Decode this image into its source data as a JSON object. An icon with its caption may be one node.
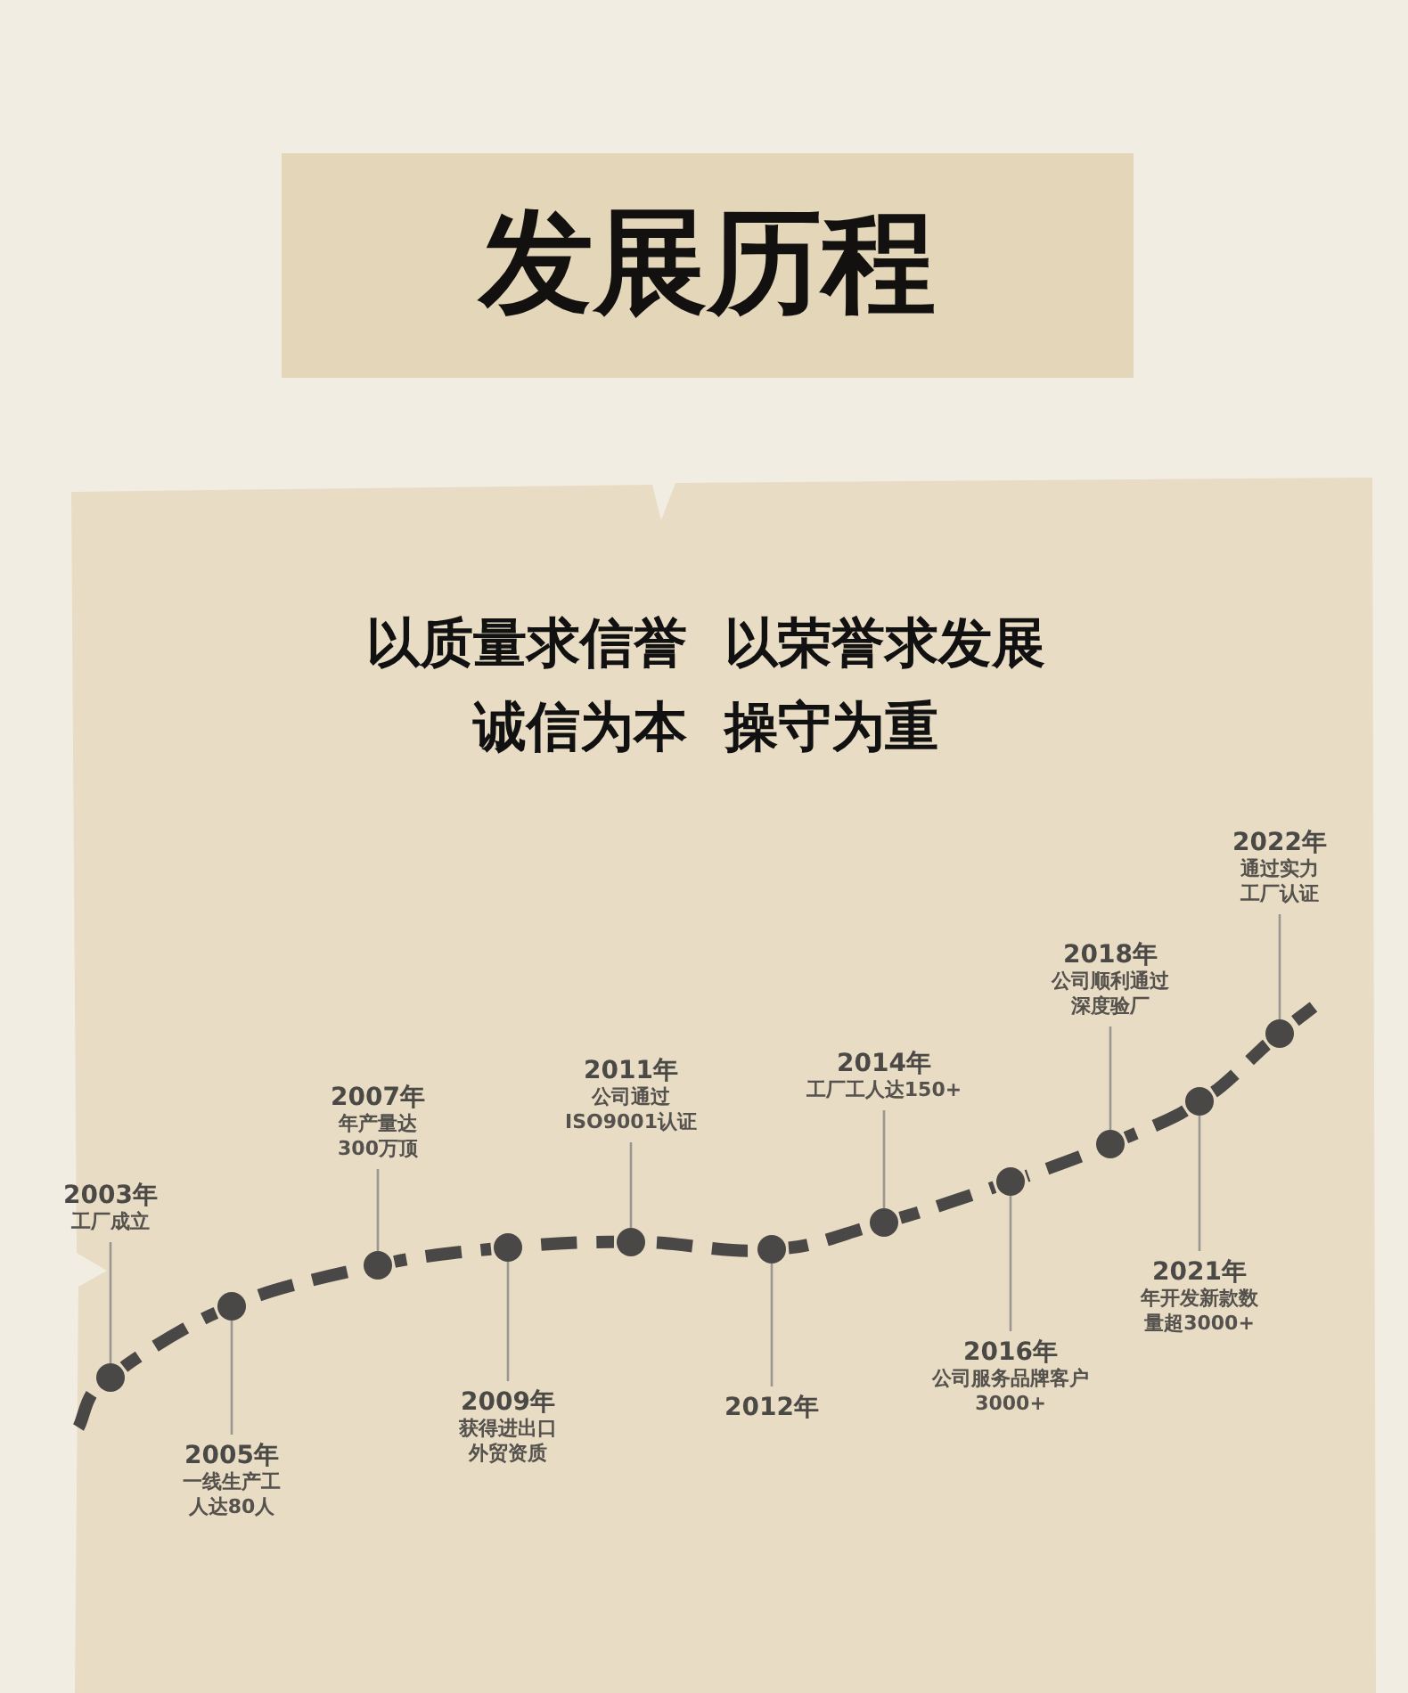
{
  "diagram": {
    "title": "发展历程",
    "labels": [
      "以质量求信誉  以荣誉求发展",
      "诚信为本  操守为重"
    ],
    "nodes": [
      {
        "text": [
          "2003年",
          "工厂成立"
        ]
      },
      {
        "text": [
          "2005年",
          "一线生产工人达80人"
        ]
      },
      {
        "text": [
          "2007年",
          "年产量达300万顶"
        ]
      },
      {
        "text": [
          "2009年",
          "获得进出口外贸资质"
        ]
      },
      {
        "text": [
          "2011年",
          "公司通过ISO9001认证"
        ]
      },
      {
        "text": [
          "2012年"
        ]
      },
      {
        "text": [
          "2014年",
          "工厂工人达150+"
        ]
      },
      {
        "text": [
          "2016年",
          "公司服务品牌客户3000+"
        ]
      },
      {
        "text": [
          "2018年",
          "公司顺利通过深度验厂"
        ]
      },
      {
        "text": [
          "2021年",
          "年开发新款数量超3000+"
        ]
      },
      {
        "text": [
          "2022年",
          "通过实力工厂认证"
        ]
      },
      {
        "text": [],
        "shape": "circle"
      },
      {
        "text": [],
        "shape": "circle"
      },
      {
        "text": [],
        "shape": "circle"
      },
      {
        "text": [],
        "shape": "circle"
      },
      {
        "text": [],
        "shape": "circle"
      },
      {
        "text": [],
        "shape": "circle"
      },
      {
        "text": [],
        "shape": "circle"
      },
      {
        "text": [],
        "shape": "circle"
      },
      {
        "text": [],
        "shape": "circle"
      },
      {
        "text": [],
        "shape": "circle"
      },
      {
        "text": [],
        "shape": "circle"
      }
    ],
    "edges": [
      {
        "from": null,
        "to": 11,
        "arrow": "none",
        "style": "dashed"
      },
      {
        "from": 11,
        "to": 12,
        "arrow": "none",
        "style": "dashed"
      },
      {
        "from": 12,
        "to": 13,
        "arrow": "none",
        "style": "dashed"
      },
      {
        "from": 13,
        "to": 14,
        "arrow": "none",
        "style": "dashed"
      },
      {
        "from": 14,
        "to": 15,
        "arrow": "none",
        "style": "dashed"
      },
      {
        "from": 15,
        "to": 16,
        "arrow": "none",
        "style": "dashed"
      },
      {
        "from": 16,
        "to": 17,
        "arrow": "none",
        "style": "dashed"
      },
      {
        "from": 17,
        "to": 18,
        "arrow": "none",
        "style": "dashed"
      },
      {
        "from": 18,
        "to": 19,
        "arrow": "none",
        "style": "dashed"
      },
      {
        "from": 19,
        "to": 20,
        "arrow": "none",
        "style": "dashed"
      },
      {
        "from": 20,
        "to": 21,
        "arrow": "none",
        "style": "dashed"
      },
      {
        "from": 21,
        "to": null,
        "arrow": "none",
        "style": "dashed"
      },
      {
        "from": 0,
        "to": 11,
        "arrow": "none",
        "color": "#9a9793"
      },
      {
        "from": 1,
        "to": 12,
        "arrow": "none",
        "color": "#9a9793"
      },
      {
        "from": 2,
        "to": 13,
        "arrow": "none",
        "color": "#9a9793"
      },
      {
        "from": 3,
        "to": 14,
        "arrow": "none",
        "color": "#9a9793"
      },
      {
        "from": 4,
        "to": 15,
        "arrow": "none",
        "color": "#9a9793"
      },
      {
        "from": 5,
        "to": 16,
        "arrow": "none",
        "color": "#9a9793"
      },
      {
        "from": 6,
        "to": 17,
        "arrow": "none",
        "color": "#9a9793"
      },
      {
        "from": 7,
        "to": 18,
        "arrow": "none",
        "color": "#9a9793"
      },
      {
        "from": 8,
        "to": 19,
        "arrow": "none",
        "color": "#9a9793"
      },
      {
        "from": 9,
        "to": 20,
        "arrow": "none",
        "color": "#9a9793"
      },
      {
        "from": 10,
        "to": 21,
        "arrow": "none",
        "color": "#9a9793"
      }
    ]
  }
}
